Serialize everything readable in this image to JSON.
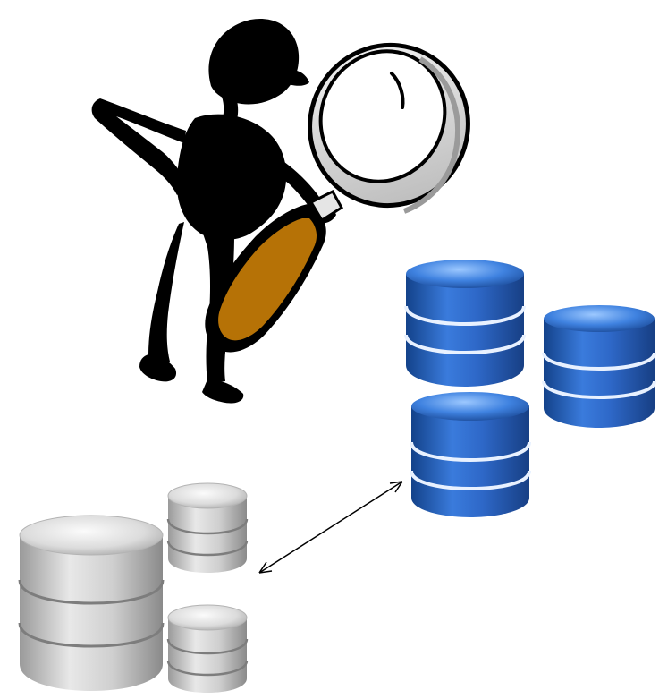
{
  "scene": {
    "illustrations": [
      "stick-figure-with-magnifying-glass",
      "blue-database-cluster",
      "gray-database-cluster",
      "bidirectional-arrow"
    ],
    "colors": {
      "figure": "#000000",
      "magnifier_handle": "#b67206",
      "magnifier_rim": "#d9d9d9",
      "blue_db_dark": "#1b4f9c",
      "blue_db_mid": "#2f6fcf",
      "blue_db_light": "#5a9bf0",
      "gray_db_dark": "#8e8e8e",
      "gray_db_mid": "#c6c6c6",
      "gray_db_light": "#efefef"
    }
  }
}
